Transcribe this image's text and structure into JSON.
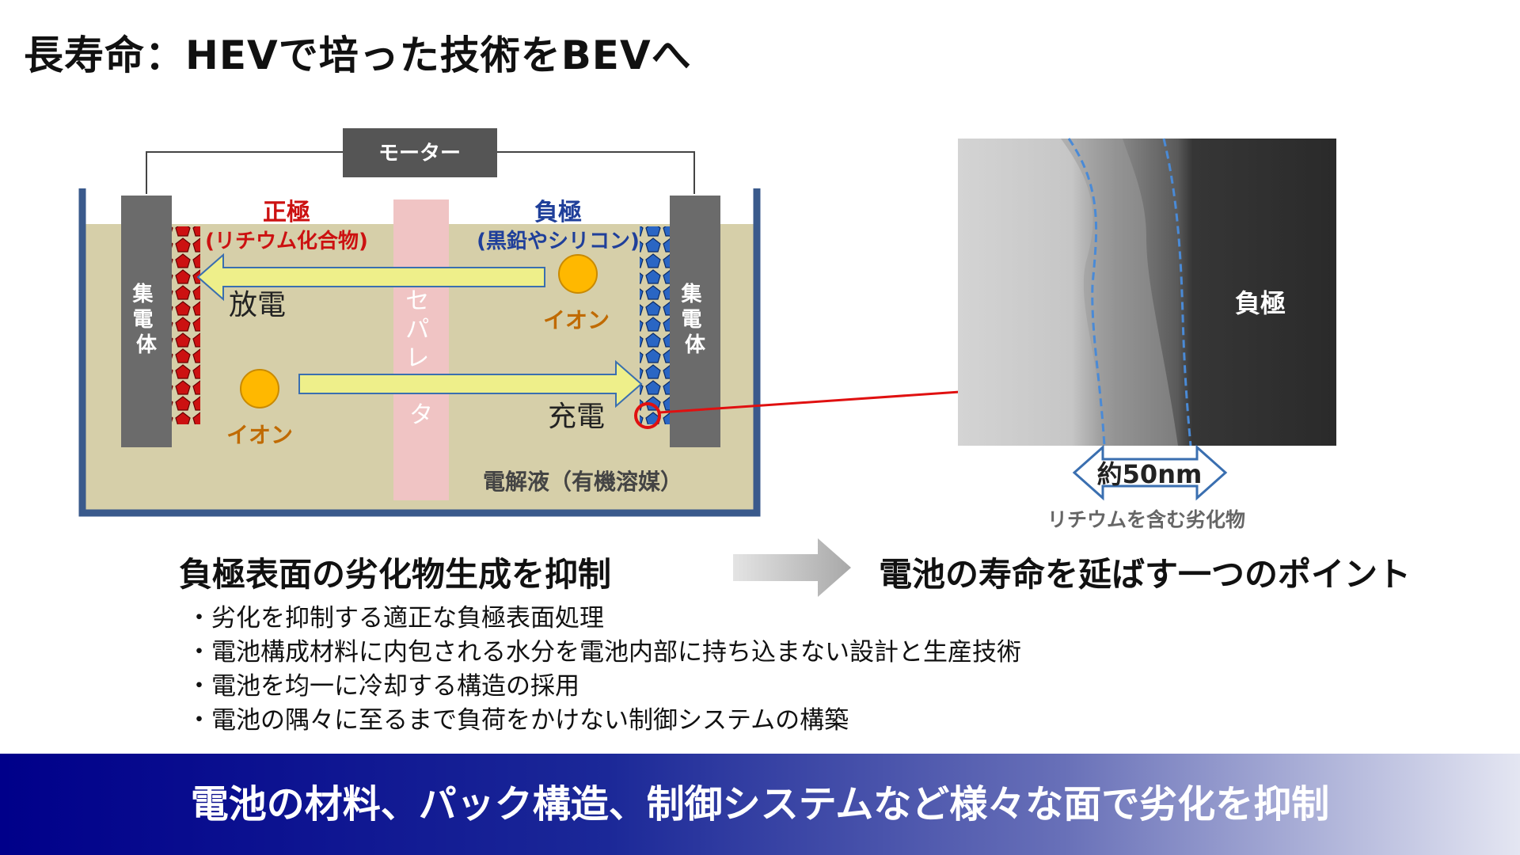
{
  "title": "長寿命：HEVで培った技術をBEVへ",
  "diagram": {
    "motor": "モーター",
    "positive_title": "正極",
    "positive_sub": "(リチウム化合物)",
    "negative_title": "負極",
    "negative_sub": "(黒鉛やシリコン)",
    "collector": [
      "集",
      "電",
      "体"
    ],
    "separator": [
      "セ",
      "パ",
      "レ",
      "ー",
      "タ"
    ],
    "discharge": "放電",
    "charge": "充電",
    "ion": "イオン",
    "electrolyte": "電解液（有機溶媒）",
    "micro_label": "負極",
    "scale_value": "約50nm",
    "scale_caption": "リチウムを含む劣化物",
    "colors": {
      "positive": "#cc1111",
      "negative": "#2a66c4",
      "electrolyte": "#d6cfa9",
      "ion": "#ffb800",
      "arrow": "#eeef8a",
      "pointer": "#e01010",
      "separator": "#f0c4c4"
    }
  },
  "headings": {
    "left": "負極表面の劣化物生成を抑制",
    "right": "電池の寿命を延ばす一つのポイント"
  },
  "bullets": [
    "劣化を抑制する適正な負極表面処理",
    "電池構成材料に内包される水分を電池内部に持ち込まない設計と生産技術",
    "電池を均一に冷却する構造の採用",
    "電池の隅々に至るまで負荷をかけない制御システムの構築"
  ],
  "banner": "電池の材料、パック構造、制御システムなど様々な面で劣化を抑制"
}
